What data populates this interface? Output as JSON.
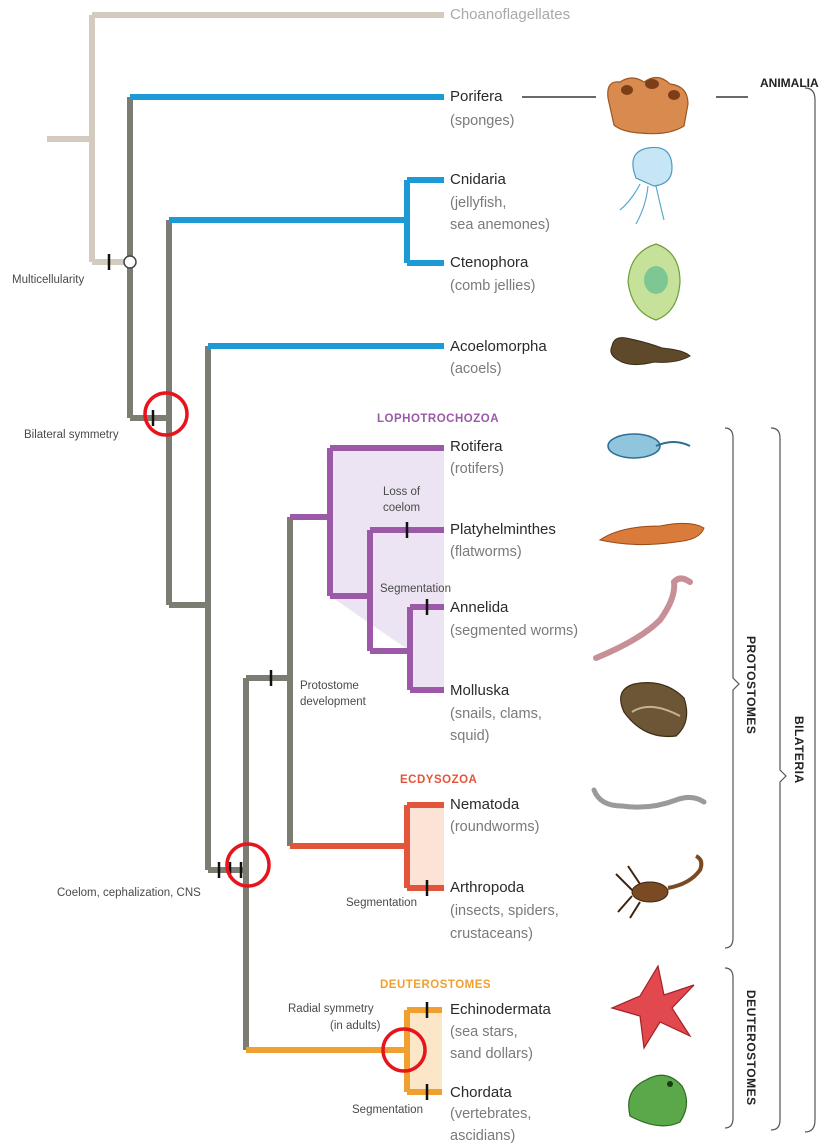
{
  "taxa": {
    "choanoflagellates": "Choanoflagellates",
    "porifera": "Porifera",
    "porifera_common": "(sponges)",
    "cnidaria": "Cnidaria",
    "cnidaria_common_1": "(jellyfish,",
    "cnidaria_common_2": "sea anemones)",
    "ctenophora": "Ctenophora",
    "ctenophora_common": "(comb jellies)",
    "acoelomorpha": "Acoelomorpha",
    "acoelomorpha_common": "(acoels)",
    "rotifera": "Rotifera",
    "rotifera_common": "(rotifers)",
    "platyhelminthes": "Platyhelminthes",
    "platyhelminthes_common": "(flatworms)",
    "annelida": "Annelida",
    "annelida_common": "(segmented worms)",
    "molluska": "Molluska",
    "molluska_common_1": "(snails, clams,",
    "molluska_common_2": "squid)",
    "nematoda": "Nematoda",
    "nematoda_common": "(roundworms)",
    "arthropoda": "Arthropoda",
    "arthropoda_common_1": "(insects, spiders,",
    "arthropoda_common_2": "crustaceans)",
    "echinodermata": "Echinodermata",
    "echinodermata_common_1": "(sea stars,",
    "echinodermata_common_2": "sand dollars)",
    "chordata": "Chordata",
    "chordata_common_1": "(vertebrates,",
    "chordata_common_2": "ascidians)"
  },
  "events": {
    "multicellularity": "Multicellularity",
    "bilateral_symmetry": "Bilateral symmetry",
    "loss_of_coelom_1": "Loss of",
    "loss_of_coelom_2": "coelom",
    "segmentation_annelida": "Segmentation",
    "protostome_dev_1": "Protostome",
    "protostome_dev_2": "development",
    "coelom_cns": "Coelom, cephalization, CNS",
    "segmentation_arthropoda": "Segmentation",
    "radial_symmetry_1": "Radial symmetry",
    "radial_symmetry_2": "(in adults)",
    "segmentation_chordata": "Segmentation"
  },
  "groups": {
    "lophotrochozoa": "LOPHOTROCHOZOA",
    "ecdysozoa": "ECDYSOZOA",
    "deuterostomes": "DEUTEROSTOMES"
  },
  "brackets": {
    "animalia": "ANIMALIA",
    "protostomes": "PROTOSTOMES",
    "bilateria": "BILATERIA",
    "deuterostomes": "DEUTEROSTOMES"
  },
  "colors": {
    "outgroup": "#d3cbc0",
    "stem": "#7c7c72",
    "basal": "#1b9ad6",
    "lophotrochozoa": "#9b59a8",
    "lophotrochozoa_fill": "#ece4f2",
    "ecdysozoa": "#e2553a",
    "ecdysozoa_fill": "#fbe3d6",
    "deuterostomes": "#f0a030",
    "deuterostomes_fill": "#fbe7c8",
    "highlight_circle": "#e8141c"
  }
}
